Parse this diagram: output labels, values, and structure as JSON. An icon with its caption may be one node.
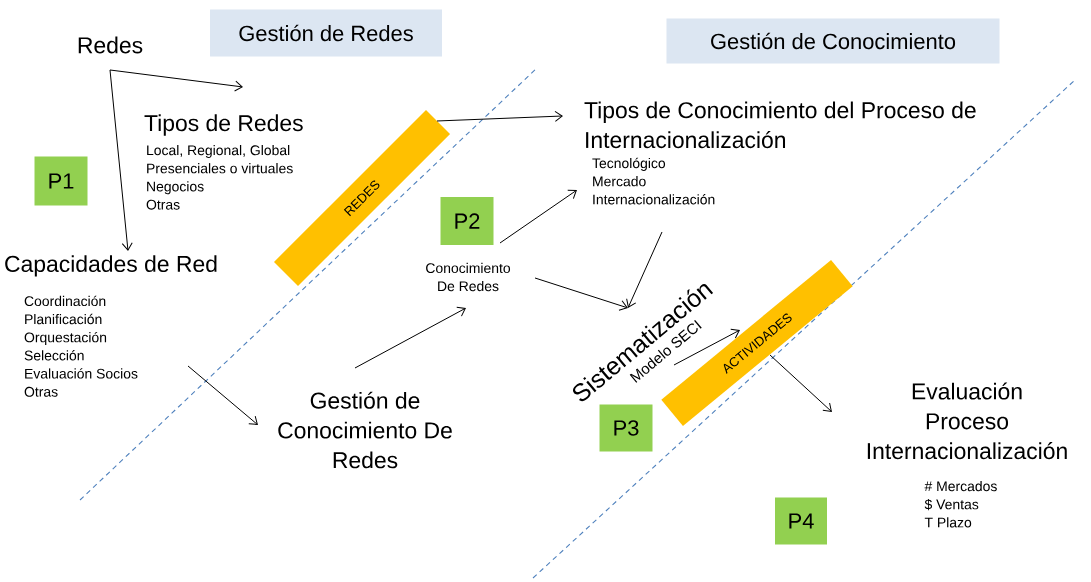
{
  "diagram": {
    "nodes": [
      {
        "text": [
          "Gestión de Redes"
        ]
      },
      {
        "text": [
          "Gestión de Conocimiento"
        ]
      },
      {
        "text": [
          "Redes"
        ]
      },
      {
        "text": [
          "Tipos de Redes",
          "Local, Regional, Global",
          "Presenciales o virtuales",
          "Negocios",
          "Otras"
        ]
      },
      {
        "text": [
          "P1"
        ]
      },
      {
        "text": [
          "Capacidades de Red",
          "Coordinación",
          "Planificación",
          "Orquestación",
          "Selección",
          "Evaluación Socios",
          "Otras"
        ]
      },
      {
        "text": [
          "REDES"
        ]
      },
      {
        "text": [
          "P2"
        ]
      },
      {
        "text": [
          "Conocimiento De Redes"
        ]
      },
      {
        "text": [
          "Tipos de Conocimiento del Proceso de Internacionalización",
          "Tecnológico",
          "Mercado",
          "Internacionalización"
        ]
      },
      {
        "text": [
          "Gestión de Conocimiento De Redes"
        ]
      },
      {
        "text": [
          "Sistematización",
          "Modelo SECI"
        ]
      },
      {
        "text": [
          "ACTIVIDADES"
        ]
      },
      {
        "text": [
          "P3"
        ]
      },
      {
        "text": [
          "Evaluación Proceso Internacionalización",
          "# Mercados",
          "$ Ventas",
          "T Plazo"
        ]
      },
      {
        "text": [
          "P4"
        ]
      }
    ],
    "edges": [
      {
        "from": 2,
        "to": 3,
        "arrow": "to"
      },
      {
        "from": 2,
        "to": 5,
        "arrow": "to"
      },
      {
        "from": 6,
        "to": 9,
        "arrow": "to"
      },
      {
        "from": 5,
        "to": 10,
        "arrow": "to"
      },
      {
        "from": 10,
        "to": 8,
        "arrow": "to"
      },
      {
        "from": 8,
        "to": 9,
        "arrow": "to"
      },
      {
        "from": 8,
        "to": 11,
        "arrow": "to"
      },
      {
        "from": 9,
        "to": 11,
        "arrow": "to"
      },
      {
        "from": 11,
        "to": 12,
        "arrow": "to"
      },
      {
        "from": 12,
        "to": 14,
        "arrow": "to"
      }
    ]
  }
}
